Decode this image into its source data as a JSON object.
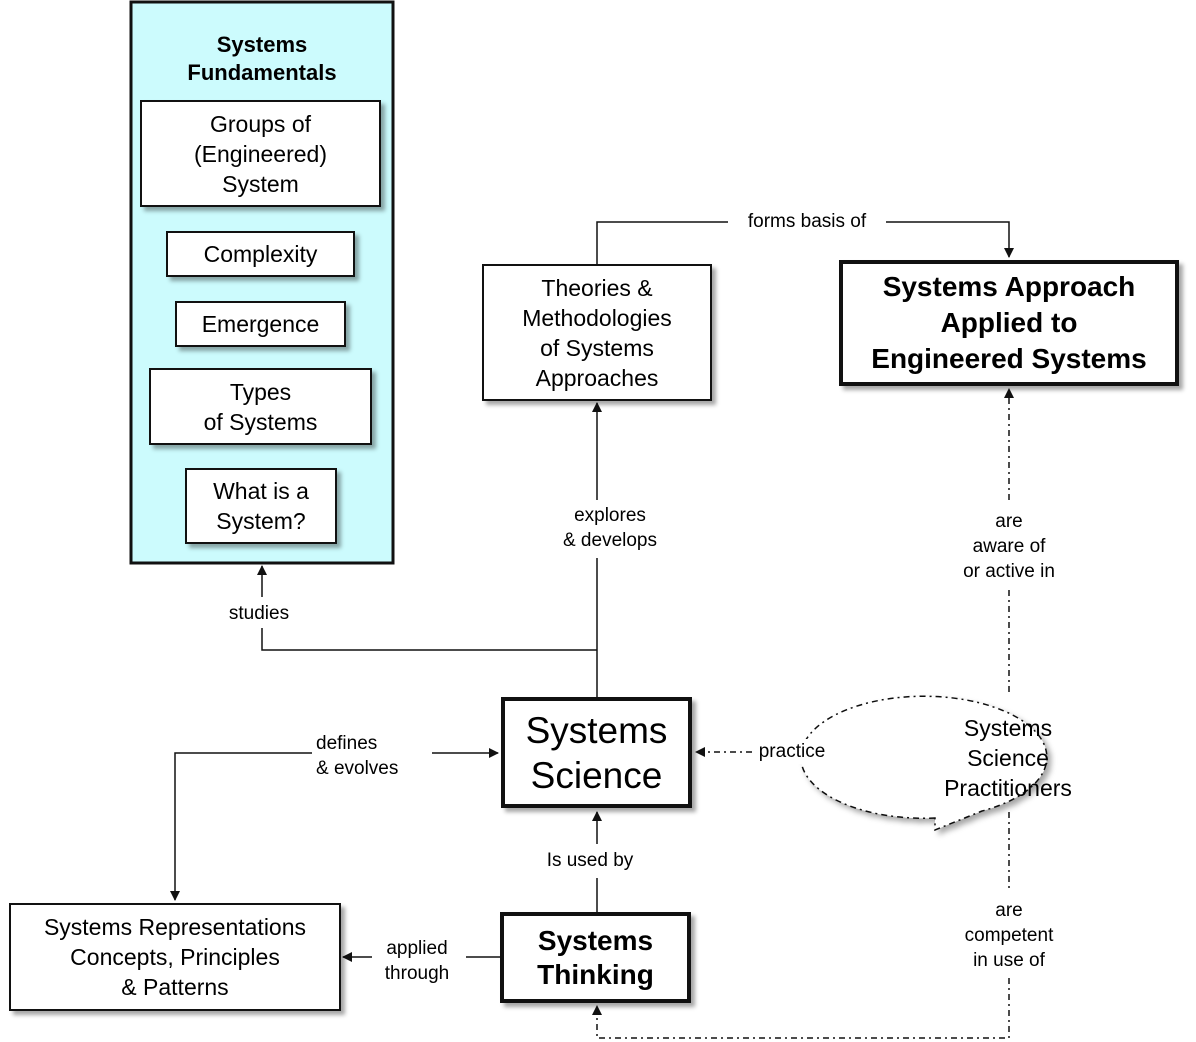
{
  "colors": {
    "panel_fill": "#ccfbfd",
    "line": "#111111",
    "box_fill": "#ffffff"
  },
  "fundamentals": {
    "title": [
      "Systems",
      "Fundamentals"
    ],
    "groups": [
      "Groups of",
      "(Engineered)",
      "System"
    ],
    "complexity": "Complexity",
    "emergence": "Emergence",
    "types": [
      "Types",
      "of Systems"
    ],
    "what": [
      "What is a",
      "System?"
    ]
  },
  "nodes": {
    "theories": [
      "Theories &",
      "Methodologies",
      "of Systems",
      "Approaches"
    ],
    "approach": [
      "Systems Approach",
      "Applied to",
      "Engineered Systems"
    ],
    "science": [
      "Systems",
      "Science"
    ],
    "thinking": [
      "Systems",
      "Thinking"
    ],
    "representations": [
      "Systems Representations",
      "Concepts, Principles",
      "& Patterns"
    ],
    "practitioners": [
      "Systems",
      "Science",
      "Practitioners"
    ]
  },
  "links": {
    "forms_basis": "forms basis of",
    "explores": [
      "explores",
      "& develops"
    ],
    "studies": "studies",
    "defines": [
      "defines",
      "& evolves"
    ],
    "practice": "practice",
    "used_by": "Is used by",
    "applied": [
      "applied",
      "through"
    ],
    "aware": [
      "are",
      "aware of",
      "or active in"
    ],
    "competent": [
      "are",
      "competent",
      "in use of"
    ]
  }
}
